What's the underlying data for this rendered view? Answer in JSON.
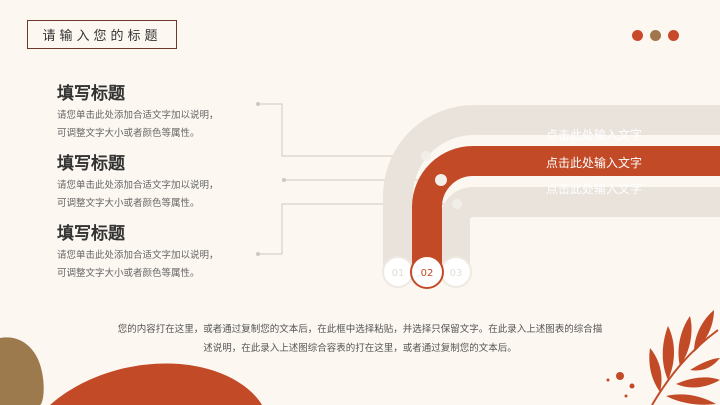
{
  "header": {
    "title": "请输入您的标题"
  },
  "colors": {
    "dot1": "#c8492a",
    "dot2": "#a0764c",
    "dot3": "#c8492a",
    "accent": "#c24a26",
    "gray": "#e9e3dc"
  },
  "items": [
    {
      "title": "填写标题",
      "desc1": "请您单击此处添加合适文字加以说明，",
      "desc2": "可调整文字大小或者颜色等属性。"
    },
    {
      "title": "填写标题",
      "desc1": "请您单击此处添加合适文字加以说明，",
      "desc2": "可调整文字大小或者颜色等属性。"
    },
    {
      "title": "填写标题",
      "desc1": "请您单击此处添加合适文字加以说明，",
      "desc2": "可调整文字大小或者颜色等属性。"
    }
  ],
  "graphic": {
    "label_top": "点击此处输入文字",
    "label_mid": "点击此处输入文字",
    "label_bot": "点击此处输入文字",
    "step1": "01",
    "step2": "02",
    "step3": "03"
  },
  "footer": {
    "line1": "您的内容打在这里，或者通过复制您的文本后，在此框中选择粘贴，并选择只保留文字。在此录入上述图表的综合描",
    "line2": "述说明，在此录入上述图综合容表的打在这里，或者通过复制您的文本后。"
  }
}
